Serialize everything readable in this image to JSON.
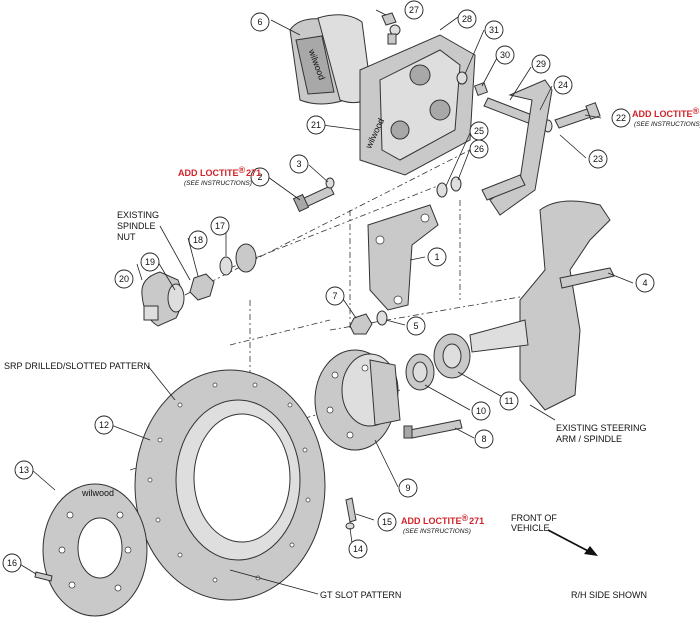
{
  "callouts": {
    "c1": "1",
    "c2": "2",
    "c3": "3",
    "c4": "4",
    "c5": "5",
    "c6": "6",
    "c7": "7",
    "c8": "8",
    "c9": "9",
    "c10": "10",
    "c11": "11",
    "c12": "12",
    "c13": "13",
    "c14": "14",
    "c15": "15",
    "c16": "16",
    "c17": "17",
    "c18": "18",
    "c19": "19",
    "c20": "20",
    "c21": "21",
    "c22": "22",
    "c23": "23",
    "c24": "24",
    "c25": "25",
    "c26": "26",
    "c27": "27",
    "c28": "28",
    "c29": "29",
    "c30": "30",
    "c31": "31"
  },
  "notes": {
    "loctite_main": "ADD LOCTITE",
    "loctite_reg": "®",
    "loctite_num": "271",
    "see_instructions": "(SEE INSTRUCTIONS)",
    "existing_spindle_nut": [
      "EXISTING",
      "SPINDLE",
      "NUT"
    ],
    "srp_pattern": "SRP DRILLED/SLOTTED PATTERN",
    "existing_steering": [
      "EXISTING STEERING",
      "ARM / SPINDLE"
    ],
    "front_of_vehicle": [
      "FRONT OF",
      "VEHICLE"
    ],
    "gt_slot_pattern": "GT SLOT PATTERN",
    "rh_side_shown": "R/H SIDE SHOWN"
  },
  "brand": {
    "logo_text": "wilwood"
  },
  "colors": {
    "loctite_red": "#d2232a",
    "part_gray": "#c9c9c9",
    "line": "#222222"
  }
}
